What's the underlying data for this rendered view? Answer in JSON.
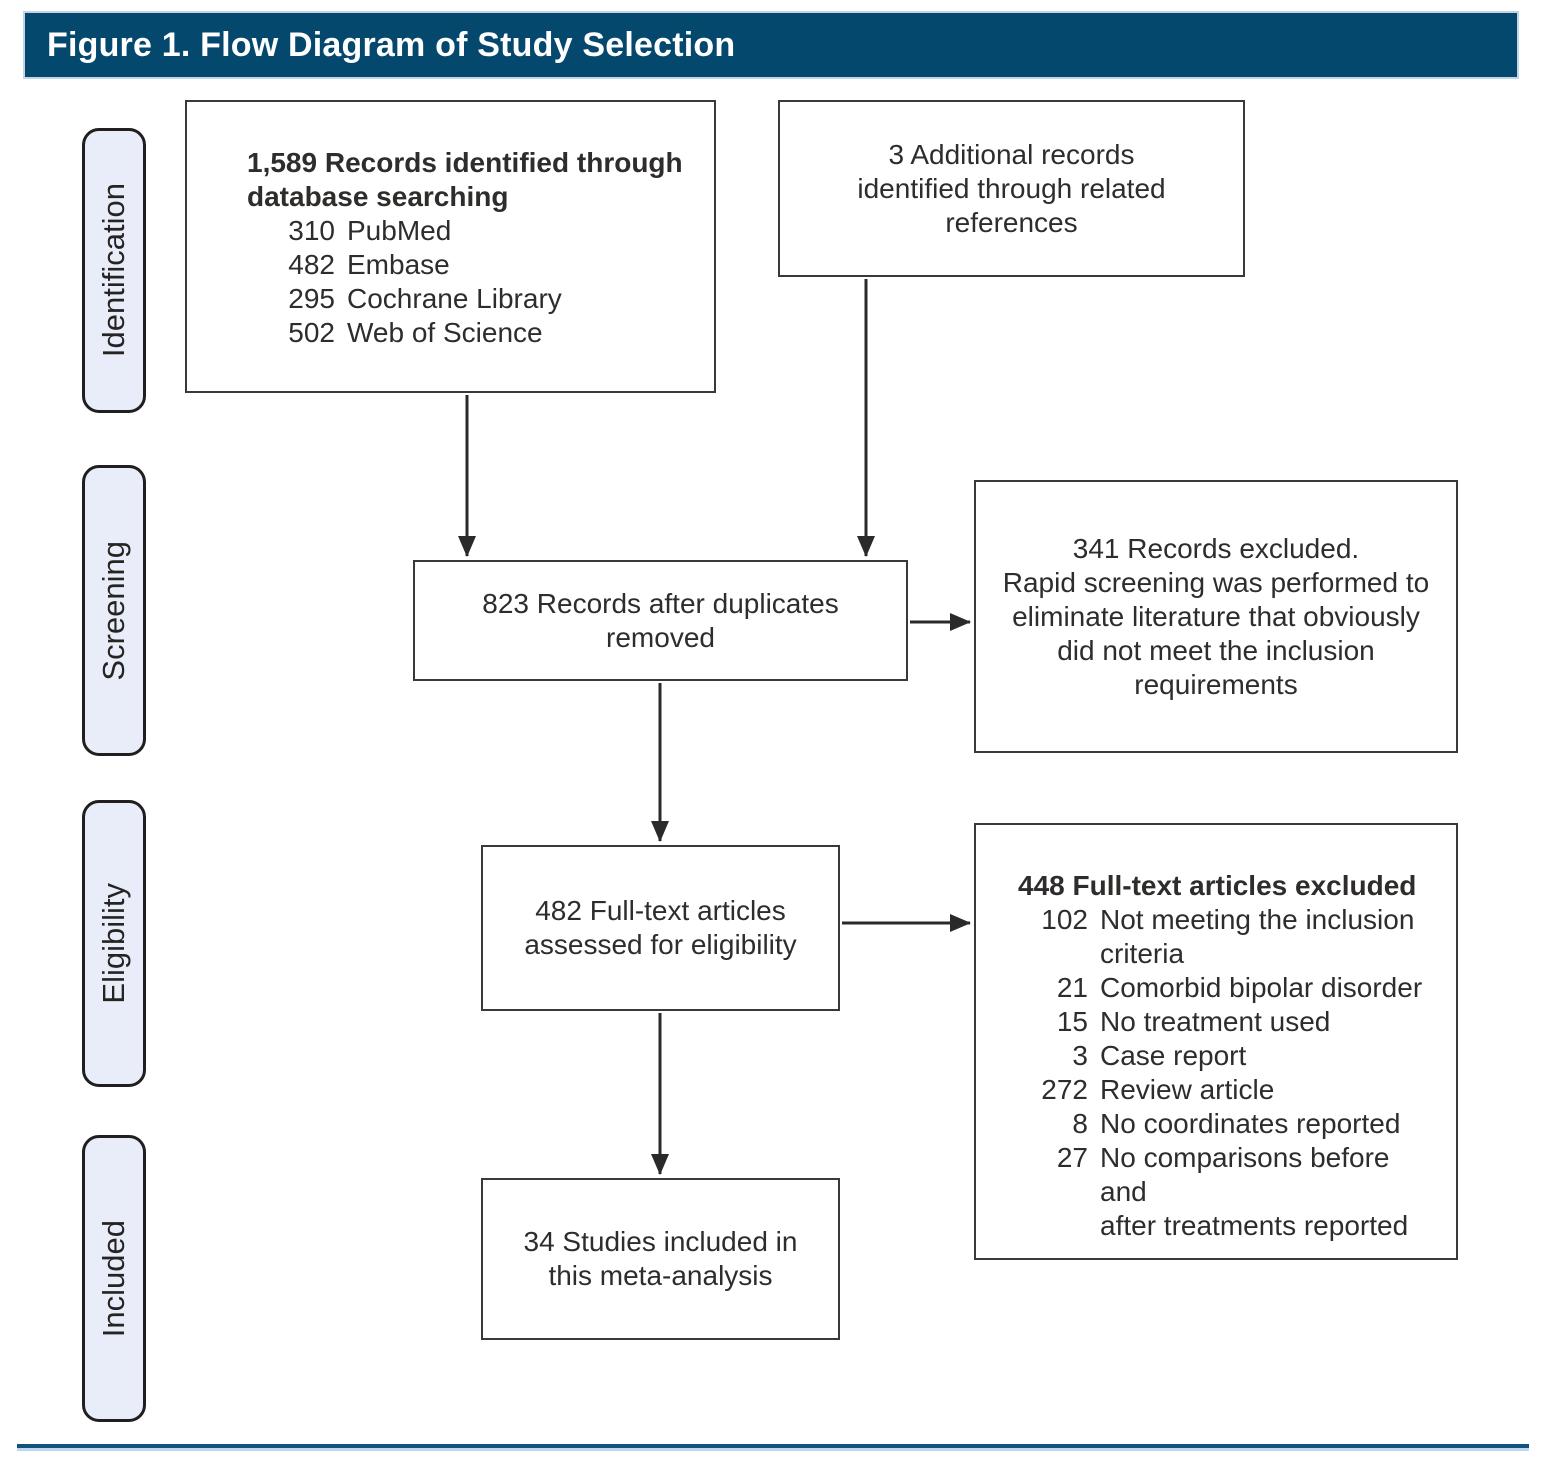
{
  "title": "Figure 1. Flow Diagram of Study Selection",
  "stages": [
    {
      "label": "Identification"
    },
    {
      "label": "Screening"
    },
    {
      "label": "Eligibility"
    },
    {
      "label": "Included"
    }
  ],
  "boxes": {
    "identified": {
      "heading": "1,589 Records identified through\ndatabase searching",
      "items": [
        {
          "count": "310",
          "label": "PubMed"
        },
        {
          "count": "482",
          "label": "Embase"
        },
        {
          "count": "295",
          "label": "Cochrane Library"
        },
        {
          "count": "502",
          "label": "Web of Science"
        }
      ]
    },
    "additional": {
      "text": "3 Additional records\nidentified through related\nreferences"
    },
    "deduplicated": {
      "text": "823 Records after duplicates\nremoved"
    },
    "records_excluded": {
      "text": "341 Records excluded.\nRapid screening was performed to\neliminate literature that obviously\ndid not meet the inclusion\nrequirements"
    },
    "fulltext_assessed": {
      "text": "482 Full-text articles\nassessed for eligibility"
    },
    "fulltext_excluded": {
      "heading": "448 Full-text articles excluded",
      "items": [
        {
          "count": "102",
          "label": "Not meeting the inclusion\ncriteria"
        },
        {
          "count": "21",
          "label": "Comorbid bipolar disorder"
        },
        {
          "count": "15",
          "label": "No treatment used"
        },
        {
          "count": "3",
          "label": "Case report"
        },
        {
          "count": "272",
          "label": "Review article"
        },
        {
          "count": "8",
          "label": "No coordinates reported"
        },
        {
          "count": "27",
          "label": "No comparisons before and\nafter treatments reported"
        }
      ]
    },
    "included_studies": {
      "text": "34 Studies included in\nthis meta-analysis"
    }
  },
  "colors": {
    "header_bg": "#05486e",
    "header_text": "#ffffff",
    "stage_fill": "#e9edf9",
    "box_border": "#3a3938",
    "text": "#2f2d2b",
    "rule_dark": "#14527e",
    "rule_light": "#bcd7f0"
  }
}
